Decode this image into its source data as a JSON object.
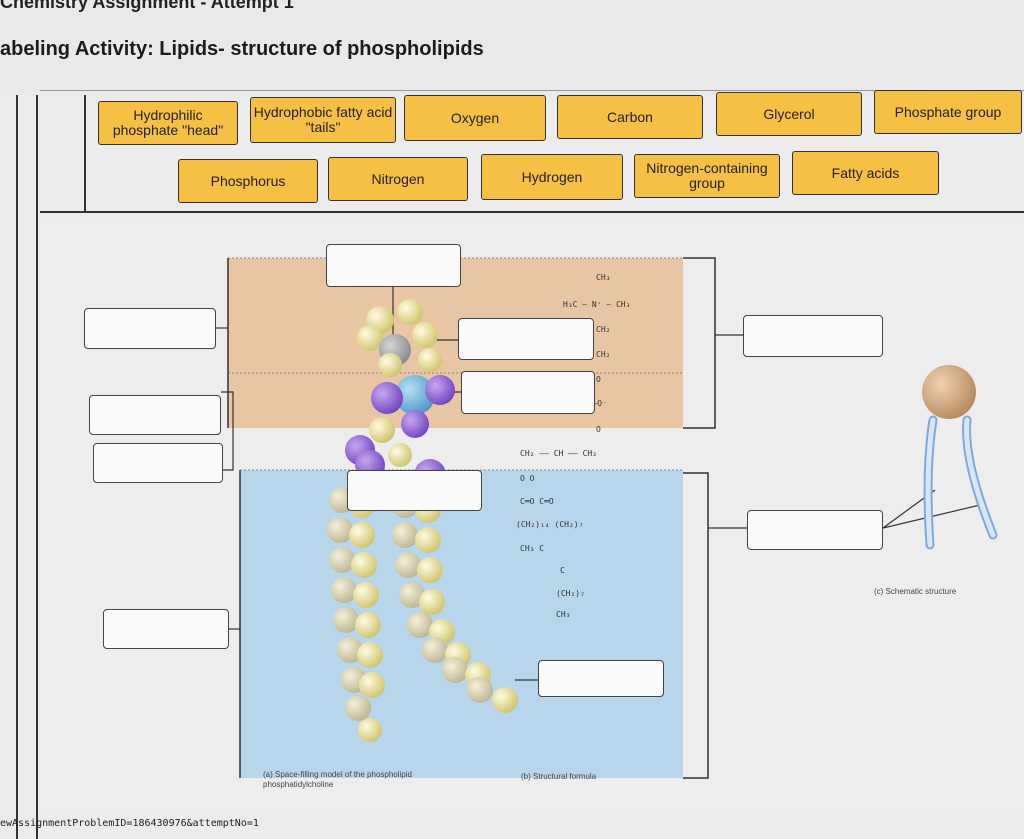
{
  "header": {
    "course": "Chemistry Assignment - Attempt 1",
    "title": "abeling Activity: Lipids- structure of phospholipids"
  },
  "terms": [
    {
      "label": "Hydrophilic phosphate \"head\""
    },
    {
      "label": "Hydrophobic fatty acid \"tails\""
    },
    {
      "label": "Oxygen"
    },
    {
      "label": "Carbon"
    },
    {
      "label": "Glycerol"
    },
    {
      "label": "Phosphate group"
    },
    {
      "label": "Phosphorus"
    },
    {
      "label": "Nitrogen"
    },
    {
      "label": "Hydrogen"
    },
    {
      "label": "Nitrogen-containing group"
    },
    {
      "label": "Fatty acids"
    }
  ],
  "formula": {
    "ch3_top": "CH₃",
    "n_line": "H₃C — N⁺ — CH₃",
    "ch2_a": "CH₂",
    "ch2_b": "CH₂",
    "o1": "O",
    "p_line": "O═P—O⁻",
    "o2": "O",
    "glycerol_line": "CH₂ —— CH —— CH₂",
    "o3": "O       O",
    "co_line": "C═O   C═O",
    "chains1": "(CH₂)₁₄  (CH₂)₇",
    "chains2": "CH₃      C",
    "c_line": "C",
    "chains3": "(CH₂)₇",
    "ch3_end": "CH₃"
  },
  "captions": {
    "a": "(a) Space-filling model of the phospholipid phosphatidylcholine",
    "b": "(b) Structural formula",
    "c": "(c) Schematic structure"
  },
  "url": "ewAssignmentProblemID=186430976&attemptNo=1"
}
